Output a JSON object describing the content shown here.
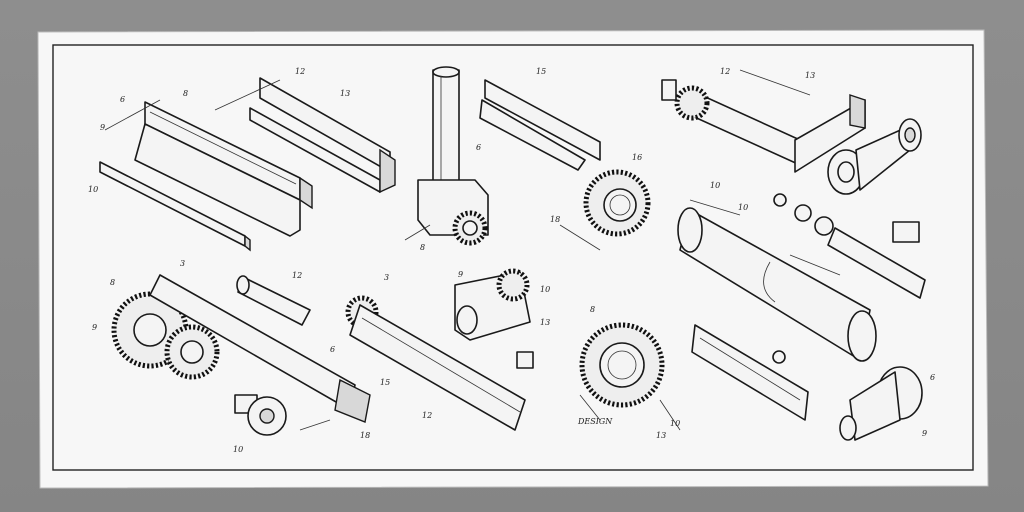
{
  "drawing": {
    "title": "Mechanical parts technical sheet",
    "labels": [
      "6",
      "8",
      "9",
      "10",
      "12",
      "13",
      "15",
      "6",
      "8",
      "10",
      "12",
      "13",
      "16",
      "18",
      "10",
      "8",
      "9",
      "3",
      "12",
      "6",
      "15",
      "3",
      "10",
      "13",
      "9",
      "12",
      "18",
      "8",
      "DESIGN",
      "13",
      "10",
      "6",
      "9",
      "10"
    ],
    "colors": {
      "background": "#8c8c8c",
      "paper": "#f7f7f7",
      "ink": "#1a1a1a"
    }
  }
}
